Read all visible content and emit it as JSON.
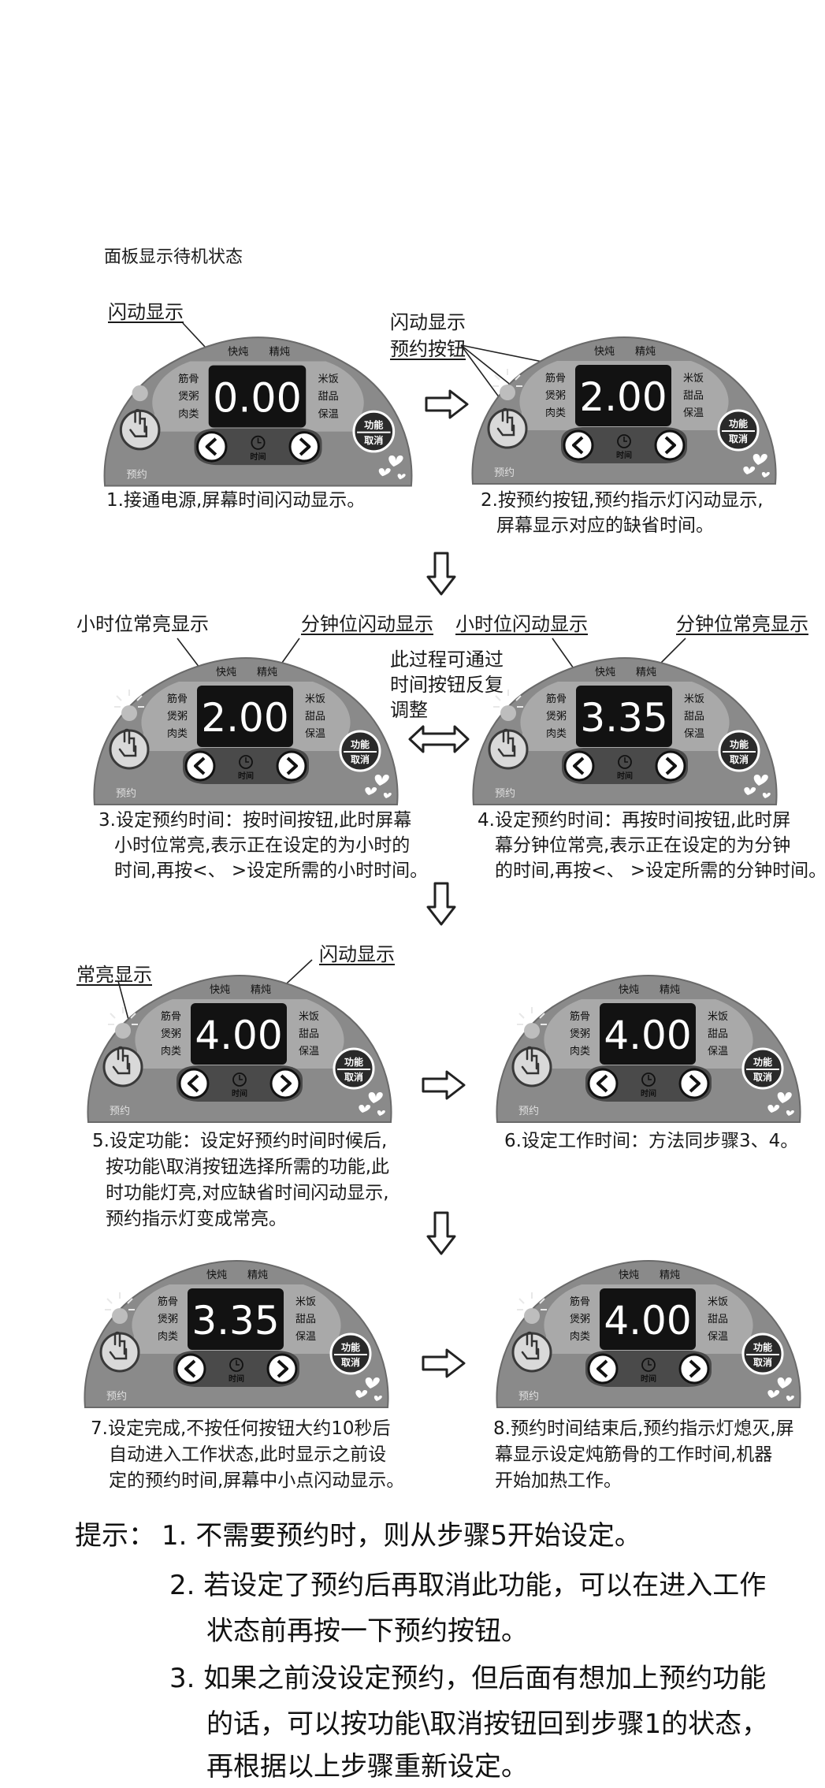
{
  "intro": "面板显示待机状态",
  "panel_labels": {
    "top_left": "快炖",
    "top_right": "精炖",
    "left": [
      "筋骨",
      "煲粥",
      "肉类"
    ],
    "right": [
      "米饭",
      "甜品",
      "保温"
    ],
    "func_line1": "功能",
    "func_line2": "取消",
    "time": "时间",
    "reserve": "预约"
  },
  "callouts": {
    "flash1": "闪动显示",
    "flash2": "闪动显示",
    "reserve_button": "预约按钮",
    "hour_steady": "小时位常亮显示",
    "minute_flash": "分钟位闪动显示",
    "hour_flash": "小时位闪动显示",
    "minute_steady": "分钟位常亮显示",
    "process_note": [
      "此过程可通过",
      "时间按钮反复",
      "调整"
    ],
    "steady": "常亮显示",
    "flash5": "闪动显示"
  },
  "panels": [
    {
      "display": "0.00"
    },
    {
      "display": "2.00"
    },
    {
      "display": "2.00"
    },
    {
      "display": "3.35"
    },
    {
      "display": "4.00"
    },
    {
      "display": "4.00"
    },
    {
      "display": "3.35"
    },
    {
      "display": "4.00"
    }
  ],
  "steps": {
    "s1": [
      "1.接通电源,屏幕时间闪动显示。"
    ],
    "s2": [
      "2.按预约按钮,预约指示灯闪动显示,",
      "屏幕显示对应的缺省时间。"
    ],
    "s3": [
      "3.设定预约时间：按时间按钮,此时屏幕",
      "小时位常亮,表示正在设定的为小时的",
      "时间,再按<、 >设定所需的小时时间。"
    ],
    "s4": [
      "4.设定预约时间：再按时间按钮,此时屏",
      "幕分钟位常亮,表示正在设定的为分钟",
      "的时间,再按<、 >设定所需的分钟时间。"
    ],
    "s5": [
      "5.设定功能：设定好预约时间时候后,",
      "按功能\\取消按钮选择所需的功能,此",
      "时功能灯亮,对应缺省时间闪动显示,",
      "预约指示灯变成常亮。"
    ],
    "s6": [
      "6.设定工作时间：方法同步骤3、4。"
    ],
    "s7": [
      "7.设定完成,不按任何按钮大约10秒后",
      "自动进入工作状态,此时显示之前设",
      "定的预约时间,屏幕中小点闪动显示。"
    ],
    "s8": [
      "8.预约时间结束后,预约指示灯熄灭,屏",
      "幕显示设定炖筋骨的工作时间,机器",
      "开始加热工作。"
    ]
  },
  "tips": {
    "label": "提示：",
    "t1": "1. 不需要预约时，则从步骤5开始设定。",
    "t2": [
      "2. 若设定了预约后再取消此功能，可以在进入工作",
      "状态前再按一下预约按钮。"
    ],
    "t3": [
      "3. 如果之前没设定预约，但后面有想加上预约功能",
      "的话，可以按功能\\取消按钮回到步骤1的状态，",
      "再根据以上步骤重新设定。"
    ]
  }
}
